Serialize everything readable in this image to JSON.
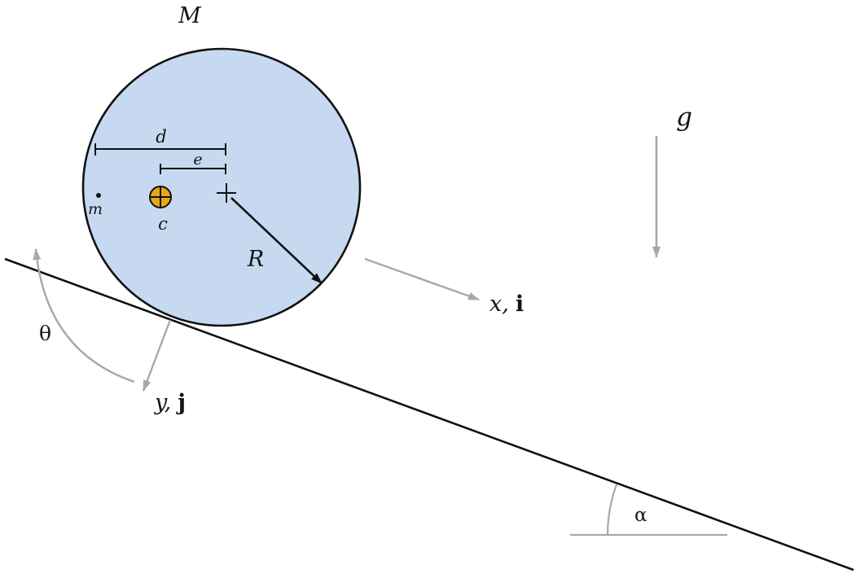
{
  "figure": {
    "labels": {
      "disk_mass": "M",
      "gravity": "g",
      "offset_d": "d",
      "offset_e": "e",
      "center_of_mass": "c",
      "point_mass": "m",
      "radius": "R",
      "x_axis": "x,",
      "x_unit_vector": "i",
      "y_axis": "y,",
      "y_unit_vector": "j",
      "theta": "θ",
      "alpha": "α"
    },
    "colors": {
      "disk_fill": "#c6d9f0",
      "outline": "#111111",
      "com_marker_fill": "#e6a817",
      "gray": "#a8a8a8"
    }
  }
}
